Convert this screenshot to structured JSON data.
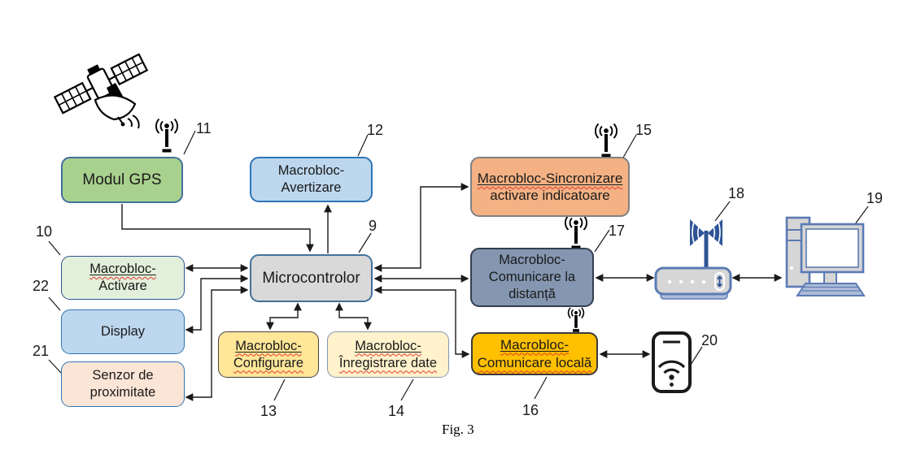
{
  "figure": {
    "caption": "Fig. 3"
  },
  "boxes": {
    "gps": {
      "label": "Modul GPS",
      "number": "11",
      "fill": "#a9d18e"
    },
    "activare": {
      "line1": "Macrobloc-",
      "line2": "Activare",
      "number": "10",
      "fill": "#e2efda"
    },
    "display": {
      "label": "Display",
      "number": "22",
      "fill": "#bdd7ee"
    },
    "senzor": {
      "line1": "Senzor de",
      "line2": "proximitate",
      "number": "21",
      "fill": "#fbe5d6"
    },
    "avertizare": {
      "line1": "Macrobloc-",
      "line2": "Avertizare",
      "number": "12",
      "fill": "#bdd7ee"
    },
    "micro": {
      "label": "Microcontrolor",
      "number": "9",
      "fill": "#d9d9d9"
    },
    "configurare": {
      "line1": "Macrobloc-",
      "line2": "Configurare",
      "number": "13",
      "fill": "#ffe699"
    },
    "inregistrare": {
      "line1": "Macrobloc-",
      "line2": "Înregistrare date",
      "number": "14",
      "fill": "#fff2cc"
    },
    "sincronizare": {
      "line1": "Macrobloc-Sincronizare",
      "line2": "activare indicatoare",
      "number": "15",
      "fill": "#f4b183"
    },
    "comdist": {
      "line1": "Macrobloc-",
      "line2": "Comunicare la",
      "line3": "distanță",
      "number": "17",
      "fill": "#8496b0"
    },
    "comloc": {
      "line1": "Macrobloc-",
      "line2": "Comunicare locală",
      "number": "16",
      "fill": "#ffc000"
    }
  },
  "icons": {
    "satellite": "gps-satellite",
    "router_number": "18",
    "computer_number": "19",
    "phone_number": "20"
  },
  "colors": {
    "line": "#1a1a1a",
    "device_blue": "#2f5496",
    "device_stroke": "#5b7bb4",
    "device_fill": "#d6d6d6"
  }
}
